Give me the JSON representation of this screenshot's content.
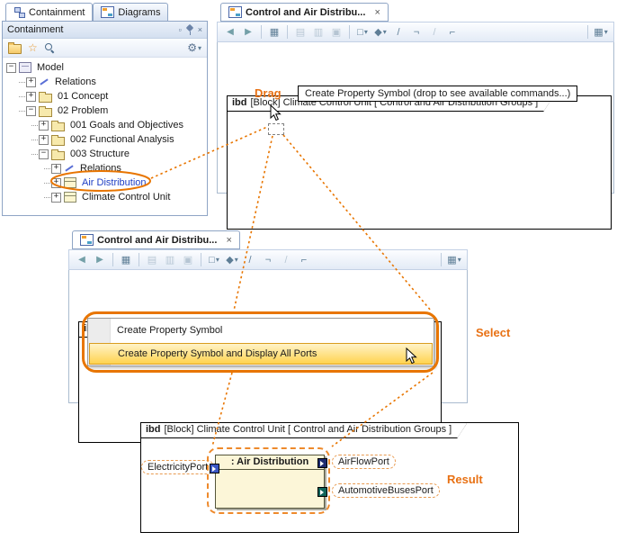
{
  "annotations": {
    "drag": "Drag",
    "select": "Select",
    "result": "Result"
  },
  "colors": {
    "annotation_orange": "#E87500",
    "selection_blue": "#1F3FC4",
    "menu_highlight": "#FFD34F",
    "property_fill": "#FCF6D8",
    "port_blue": "#3B57C4",
    "port_dark": "#1E2B6E",
    "port_teal": "#10645A"
  },
  "icons": {
    "back": "◀",
    "forward": "▶",
    "tree_view": "▦",
    "copy": "▤",
    "paste": "▥",
    "cut": "▣",
    "shapes": "□",
    "diamond": "◆",
    "line": "/",
    "elbow": "¬",
    "dep": "/",
    "anchor": "⌐",
    "grid": "▦",
    "dropdown": "▾",
    "gear": "⚙",
    "star": "☆",
    "close": "×",
    "minimize": "▫"
  },
  "containment_panel": {
    "tabs": [
      {
        "label": "Containment"
      },
      {
        "label": "Diagrams"
      }
    ],
    "header": {
      "title": "Containment"
    },
    "tree": {
      "items": [
        {
          "label": "Model",
          "expand": "−"
        },
        {
          "label": "Relations",
          "expand": "+"
        },
        {
          "label": "01 Concept",
          "expand": "+"
        },
        {
          "label": "02 Problem",
          "expand": "−"
        },
        {
          "label": "001 Goals and Objectives",
          "expand": "+"
        },
        {
          "label": "002 Functional Analysis",
          "expand": "+"
        },
        {
          "label": "003 Structure",
          "expand": "−"
        },
        {
          "label": "Relations",
          "expand": "+"
        },
        {
          "label": "Air Distribution",
          "expand": "+"
        },
        {
          "label": "Climate Control Unit",
          "expand": "+"
        }
      ]
    }
  },
  "diagram": {
    "tab_label": "Control and Air Distribu...",
    "frame_keyword": "ibd",
    "frame_rest": "[Block] Climate Control Unit [ Control and Air Distribution Groups ]"
  },
  "drag_tooltip": "Create Property Symbol (drop to see available commands...)",
  "context_menu": {
    "items": [
      {
        "label": "Create Property Symbol"
      },
      {
        "label": "Create Property Symbol and Display All Ports"
      }
    ]
  },
  "result": {
    "property_label": ": Air Distribution",
    "ports": [
      {
        "label": "ElectricityPort"
      },
      {
        "label": "AirFlowPort"
      },
      {
        "label": "AutomotiveBusesPort"
      }
    ]
  }
}
